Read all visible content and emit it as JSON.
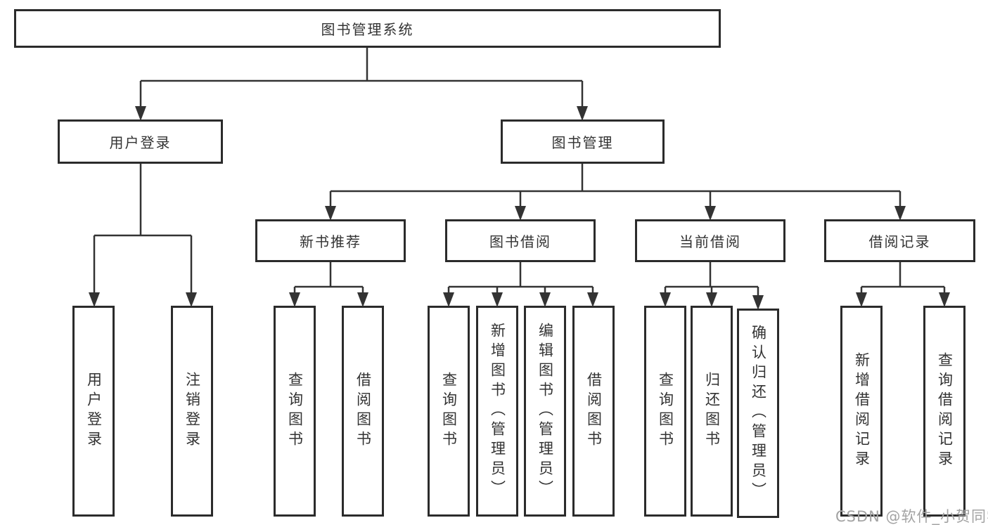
{
  "tree": {
    "root": {
      "label": "图书管理系统"
    },
    "branches": [
      {
        "label": "用户登录",
        "children": [
          {
            "label": "用户登录"
          },
          {
            "label": "注销登录"
          }
        ]
      },
      {
        "label": "图书管理",
        "sections": [
          {
            "label": "新书推荐",
            "children": [
              {
                "label": "查询图书"
              },
              {
                "label": "借阅图书"
              }
            ]
          },
          {
            "label": "图书借阅",
            "children": [
              {
                "label": "查询图书"
              },
              {
                "label": "新增图书（管理员）"
              },
              {
                "label": "编辑图书（管理员）"
              },
              {
                "label": "借阅图书"
              }
            ]
          },
          {
            "label": "当前借阅",
            "children": [
              {
                "label": "查询图书"
              },
              {
                "label": "归还图书"
              },
              {
                "label": "确认归还（管理员）"
              }
            ]
          },
          {
            "label": "借阅记录",
            "children": [
              {
                "label": "新增借阅记录"
              },
              {
                "label": "查询借阅记录"
              }
            ]
          }
        ]
      }
    ]
  },
  "watermark": {
    "text": "CSDN @软件_小贺同学",
    "color": "#a3a3a3"
  },
  "colors": {
    "line": "#333333",
    "box_border": "#2b2b2b",
    "text": "#333333",
    "background": "#ffffff"
  }
}
